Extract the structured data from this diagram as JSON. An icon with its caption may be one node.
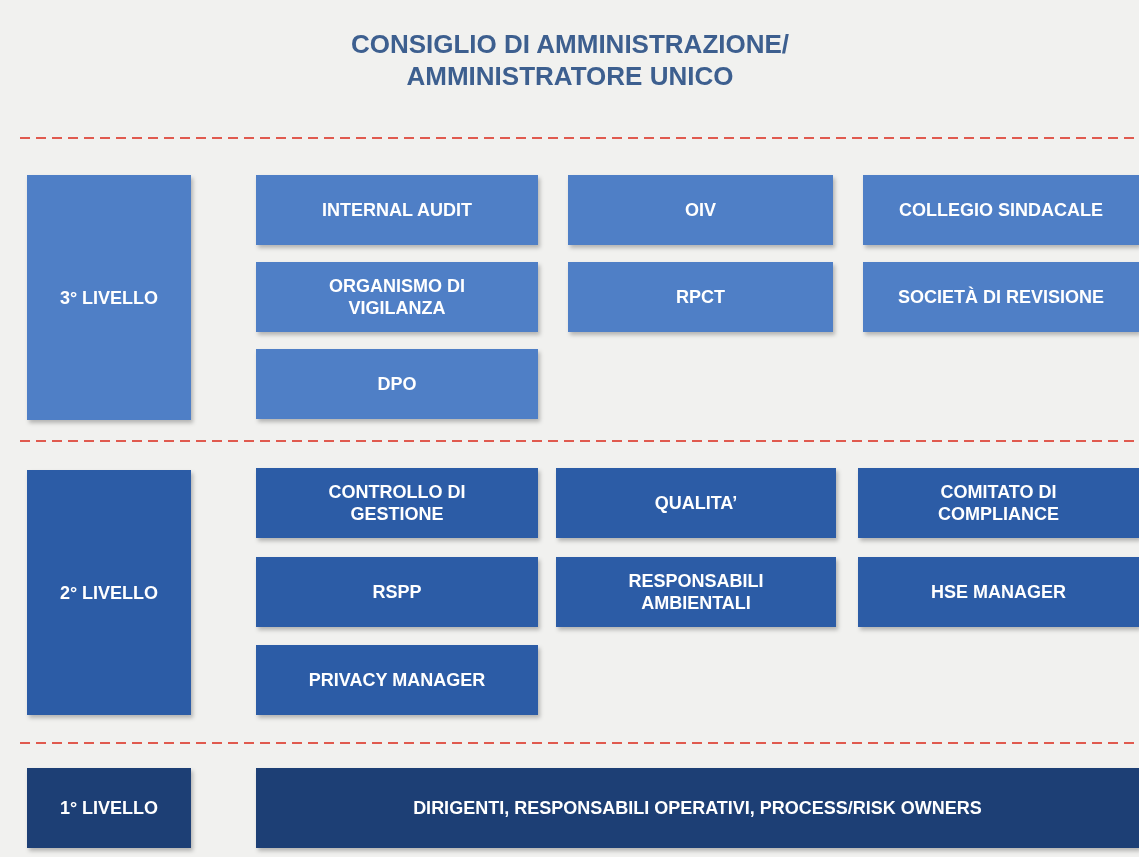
{
  "diagram": {
    "title": "CONSIGLIO DI AMMINISTRAZIONE/ AMMINISTRATORE UNICO",
    "nodes": [
      {
        "text": [
          "3° LIVELLO"
        ]
      },
      {
        "text": [
          "INTERNAL AUDIT"
        ]
      },
      {
        "text": [
          "OIV"
        ]
      },
      {
        "text": [
          "COLLEGIO SINDACALE"
        ]
      },
      {
        "text": [
          "ORGANISMO DI VIGILANZA"
        ]
      },
      {
        "text": [
          "RPCT"
        ]
      },
      {
        "text": [
          "SOCIETÀ DI REVISIONE"
        ]
      },
      {
        "text": [
          "DPO"
        ]
      },
      {
        "text": [
          "2° LIVELLO"
        ]
      },
      {
        "text": [
          "CONTROLLO DI GESTIONE"
        ]
      },
      {
        "text": [
          "QUALITA’"
        ]
      },
      {
        "text": [
          "COMITATO DI COMPLIANCE"
        ]
      },
      {
        "text": [
          "RSPP"
        ]
      },
      {
        "text": [
          "RESPONSABILI AMBIENTALI"
        ]
      },
      {
        "text": [
          "HSE MANAGER"
        ]
      },
      {
        "text": [
          "PRIVACY MANAGER"
        ]
      },
      {
        "text": [
          "1° LIVELLO"
        ]
      },
      {
        "text": [
          "DIRIGENTI, RESPONSABILI OPERATIVI, PROCESS/RISK OWNERS"
        ]
      }
    ],
    "edges": []
  }
}
